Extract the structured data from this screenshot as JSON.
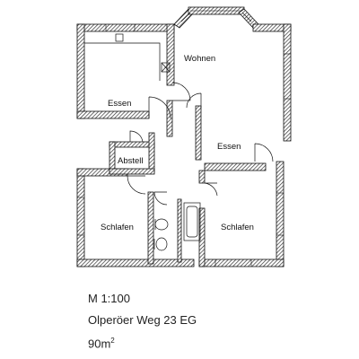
{
  "plan": {
    "rooms": {
      "wohnen": "Wohnen",
      "essen_top": "Essen",
      "essen_right": "Essen",
      "abstell": "Abstell",
      "schlafen_left": "Schlafen",
      "schlafen_right": "Schlafen"
    }
  },
  "caption": {
    "scale": "M 1:100",
    "address": "Olperöer Weg 23  EG",
    "area_value": "90m",
    "area_exponent": "2"
  }
}
